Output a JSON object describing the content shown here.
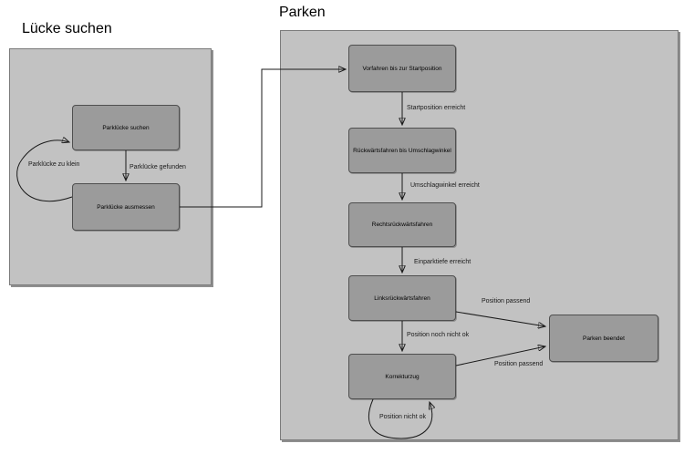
{
  "diagram": {
    "regions": {
      "luecke_suchen": {
        "title": "Lücke suchen"
      },
      "parken": {
        "title": "Parken"
      }
    },
    "states": {
      "parkluecke_suchen": "Parklücke suchen",
      "parkluecke_ausmessen": "Parklücke ausmessen",
      "vorfahren": "Vorfahren bis zur Startposition",
      "rueckwaertsfahren": "Rückwärtsfahren bis Umschlagwinkel",
      "rechtsrueckwaertsfahren": "Rechtsrückwärtsfahren",
      "linksrueckwaertsfahren": "Linksrückwärtsfahren",
      "korrekturzug": "Korrekturzug",
      "parken_beendet": "Parken beendet"
    },
    "transitions": {
      "parkluecke_zu_klein": "Parklücke zu klein",
      "parkluecke_gefunden": "Parklücke gefunden",
      "startposition_erreicht": "Startposition erreicht",
      "umschlagwinkel_erreicht": "Umschlagwinkel erreicht",
      "einparktiefe_erreicht": "Einparktiefe erreicht",
      "position_passend_oben": "Position passend",
      "position_noch_nicht_ok": "Position noch nicht ok",
      "position_passend_unten": "Position passend",
      "position_nicht_ok": "Position nicht ok"
    },
    "colors": {
      "region_fill": "#c2c2c2",
      "region_border": "#7b7b7b",
      "state_fill": "#9b9b9b",
      "state_border": "#4f4f4f",
      "line": "#1a1a1a",
      "text": "#000000",
      "background": "#ffffff"
    }
  }
}
